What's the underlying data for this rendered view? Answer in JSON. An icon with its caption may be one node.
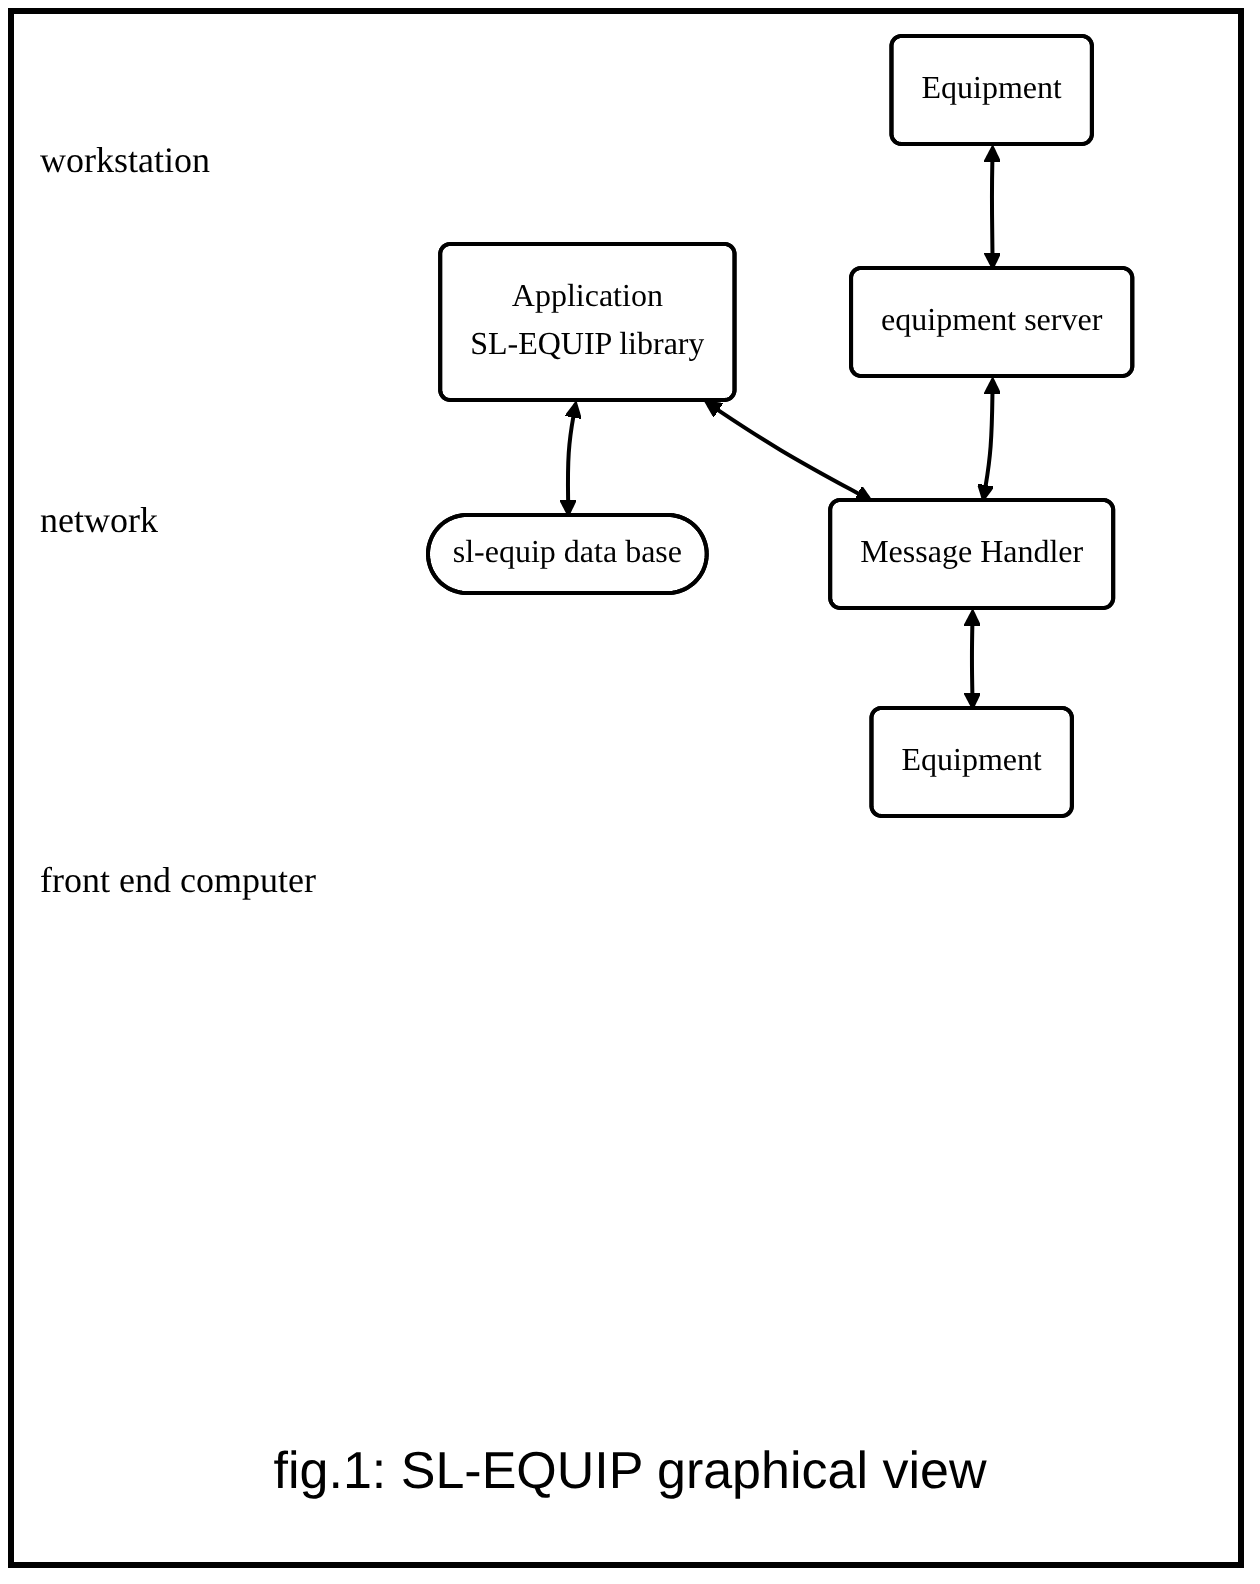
{
  "diagram": {
    "caption": "fig.1: SL-EQUIP graphical view",
    "nodes": [
      {
        "text": [
          "Application",
          "SL-EQUIP library"
        ]
      },
      {
        "text": [
          "sl-equip data base"
        ]
      },
      {
        "text": [
          "Message Handler"
        ]
      },
      {
        "text": [
          "equipment server"
        ]
      },
      {
        "text": [
          "Equipment"
        ]
      },
      {
        "text": [
          "Equipment"
        ]
      }
    ],
    "edges": [
      {
        "from": 0,
        "to": 1,
        "arrow": "both"
      },
      {
        "from": 0,
        "to": 2,
        "arrow": "both"
      },
      {
        "from": 3,
        "to": 2,
        "arrow": "both"
      },
      {
        "from": 4,
        "to": 3,
        "arrow": "both"
      },
      {
        "from": 2,
        "to": 5,
        "arrow": "both"
      }
    ],
    "labels": [
      "workstation",
      "network",
      "front end computer"
    ]
  }
}
